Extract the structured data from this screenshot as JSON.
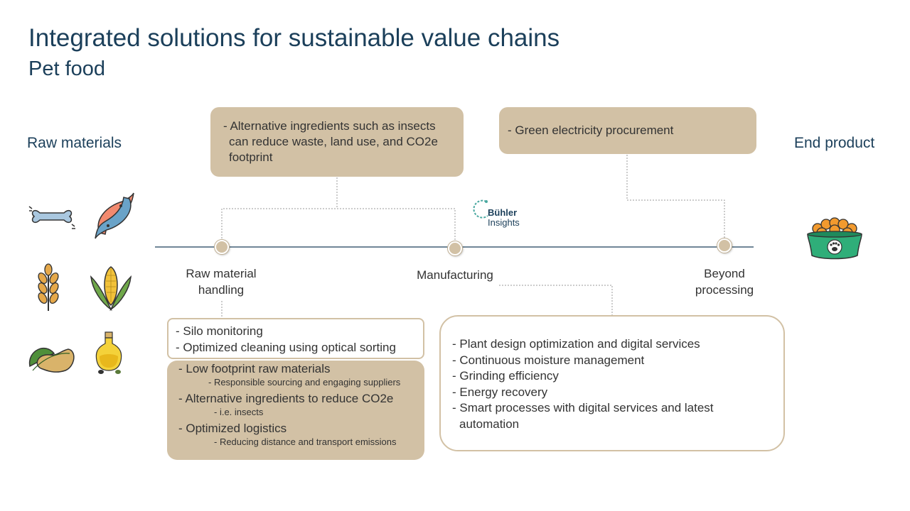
{
  "header": {
    "title": "Integrated solutions for sustainable value chains",
    "subtitle": "Pet food"
  },
  "labels": {
    "raw_materials": "Raw materials",
    "end_product": "End product"
  },
  "stages": {
    "raw_handling": [
      "Raw material",
      "handling"
    ],
    "manufacturing": "Manufacturing",
    "beyond": [
      "Beyond",
      "processing"
    ]
  },
  "top_boxes": {
    "alt_ingredients": "- Alternative ingredients such as insects can reduce waste, land use, and CO2e footprint",
    "green_electricity": "- Green electricity procurement"
  },
  "silo_box": [
    "- Silo monitoring",
    "- Optimized cleaning using optical sorting"
  ],
  "footprint_box": {
    "items": [
      {
        "text": "- Low footprint raw materials",
        "subs": [
          "- Responsible sourcing and engaging suppliers"
        ]
      },
      {
        "text": "- Alternative ingredients to reduce CO2e",
        "subs": [
          "- i.e. insects"
        ]
      },
      {
        "text": "- Optimized logistics",
        "subs": [
          "- Reducing distance and transport emissions"
        ]
      }
    ]
  },
  "manufacturing_box": [
    "- Plant design optimization and digital services",
    "- Continuous moisture management",
    "- Grinding efficiency",
    "- Energy recovery",
    "- Smart processes with digital services and latest automation"
  ],
  "logo": {
    "line1": "Bühler",
    "line2": "Insights"
  },
  "icons": [
    "bone-icon",
    "fish-icon",
    "wheat-icon",
    "corn-icon",
    "beans-icon",
    "oil-bottle-icon",
    "pet-food-bowl-icon"
  ],
  "colors": {
    "tan": "#d2c1a5",
    "navy": "#1b3f5a",
    "line": "#1b3f5a"
  }
}
